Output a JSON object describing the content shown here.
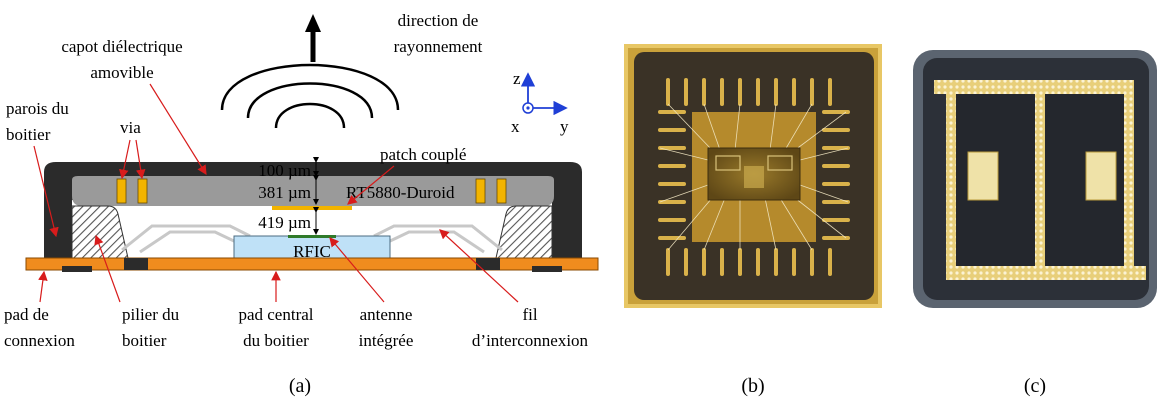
{
  "panel_a": {
    "radiation_label": [
      "direction de",
      "rayonnement"
    ],
    "cover_label": [
      "capot diélectrique",
      "amovible"
    ],
    "walls_label": [
      "parois du",
      "boitier"
    ],
    "via_label": "via",
    "patch_label": "patch couplé",
    "dim_top": "100 µm",
    "dim_mid": "381 µm",
    "dim_bot": "419 µm",
    "substrate_label": "RT5880-Duroid",
    "rfic_label": "RFIC",
    "axes": {
      "z": "z",
      "x": "x",
      "y": "y"
    },
    "bottom_labels": {
      "pad": [
        "pad de",
        "connexion"
      ],
      "pillar": [
        "pilier du",
        "boitier"
      ],
      "central_pad": [
        "pad central",
        "du boitier"
      ],
      "antenna": [
        "antenne",
        "intégrée"
      ],
      "wire": [
        "fil",
        "d’interconnexion"
      ]
    },
    "caption": "(a)"
  },
  "panel_b": {
    "caption": "(b)"
  },
  "panel_c": {
    "caption": "(c)"
  },
  "colors": {
    "package_dark": "#2b2b2b",
    "dielectric_gray": "#9a9a9a",
    "via_gold": "#f2b400",
    "substrate_orange": "#f08c1e",
    "rfic_blue": "#bfe1f7",
    "wire_gray": "#c8c8c8",
    "arrow_red": "#d81c1c",
    "axis_blue": "#1f3fd6"
  }
}
